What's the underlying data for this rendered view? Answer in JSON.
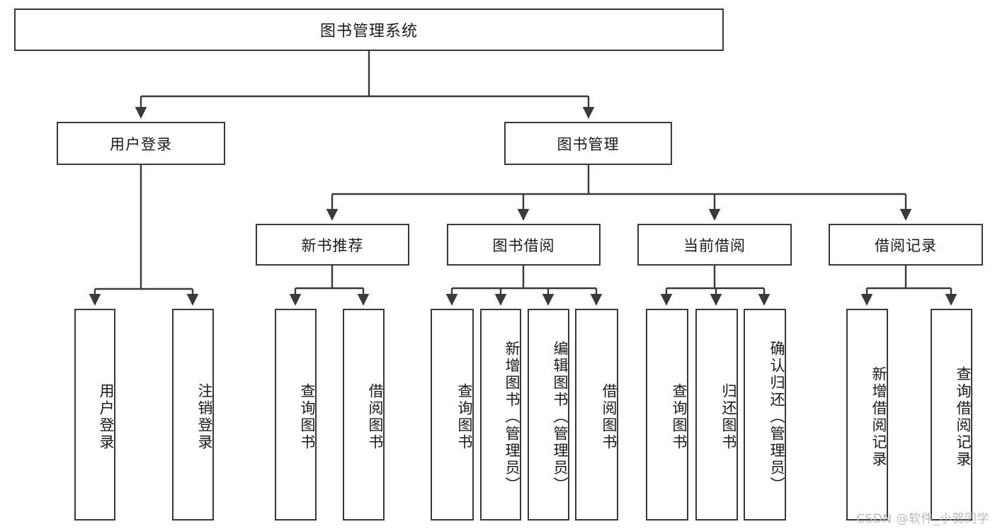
{
  "diagram": {
    "title": "图书管理系统",
    "type": "tree-hierarchy-diagram",
    "colors": {
      "box_border": "#3a3a3a",
      "box_fill": "#ffffff",
      "connector": "#3a3a3a",
      "text": "#1a1a1a",
      "watermark": "#b9b9b9"
    },
    "nodes": {
      "root": {
        "label": "图书管理系统"
      },
      "level1": [
        {
          "label": "用户登录"
        },
        {
          "label": "图书管理"
        }
      ],
      "level2": [
        {
          "label": "新书推荐"
        },
        {
          "label": "图书借阅"
        },
        {
          "label": "当前借阅"
        },
        {
          "label": "借阅记录"
        }
      ],
      "leaves_user_login": [
        {
          "label": "用户登录"
        },
        {
          "label": "注销登录"
        }
      ],
      "leaves_new_book": [
        {
          "label": "查询图书"
        },
        {
          "label": "借阅图书"
        }
      ],
      "leaves_borrow": [
        {
          "label": "查询图书"
        },
        {
          "label": "新增图书（管理员）"
        },
        {
          "label": "编辑图书（管理员）"
        },
        {
          "label": "借阅图书"
        }
      ],
      "leaves_current": [
        {
          "label": "查询图书"
        },
        {
          "label": "归还图书"
        },
        {
          "label": "确认归还（管理员）"
        }
      ],
      "leaves_record": [
        {
          "label": "新增借阅记录"
        },
        {
          "label": "查询借阅记录"
        }
      ]
    },
    "watermark": "CSDN @软件_小贺同学"
  }
}
